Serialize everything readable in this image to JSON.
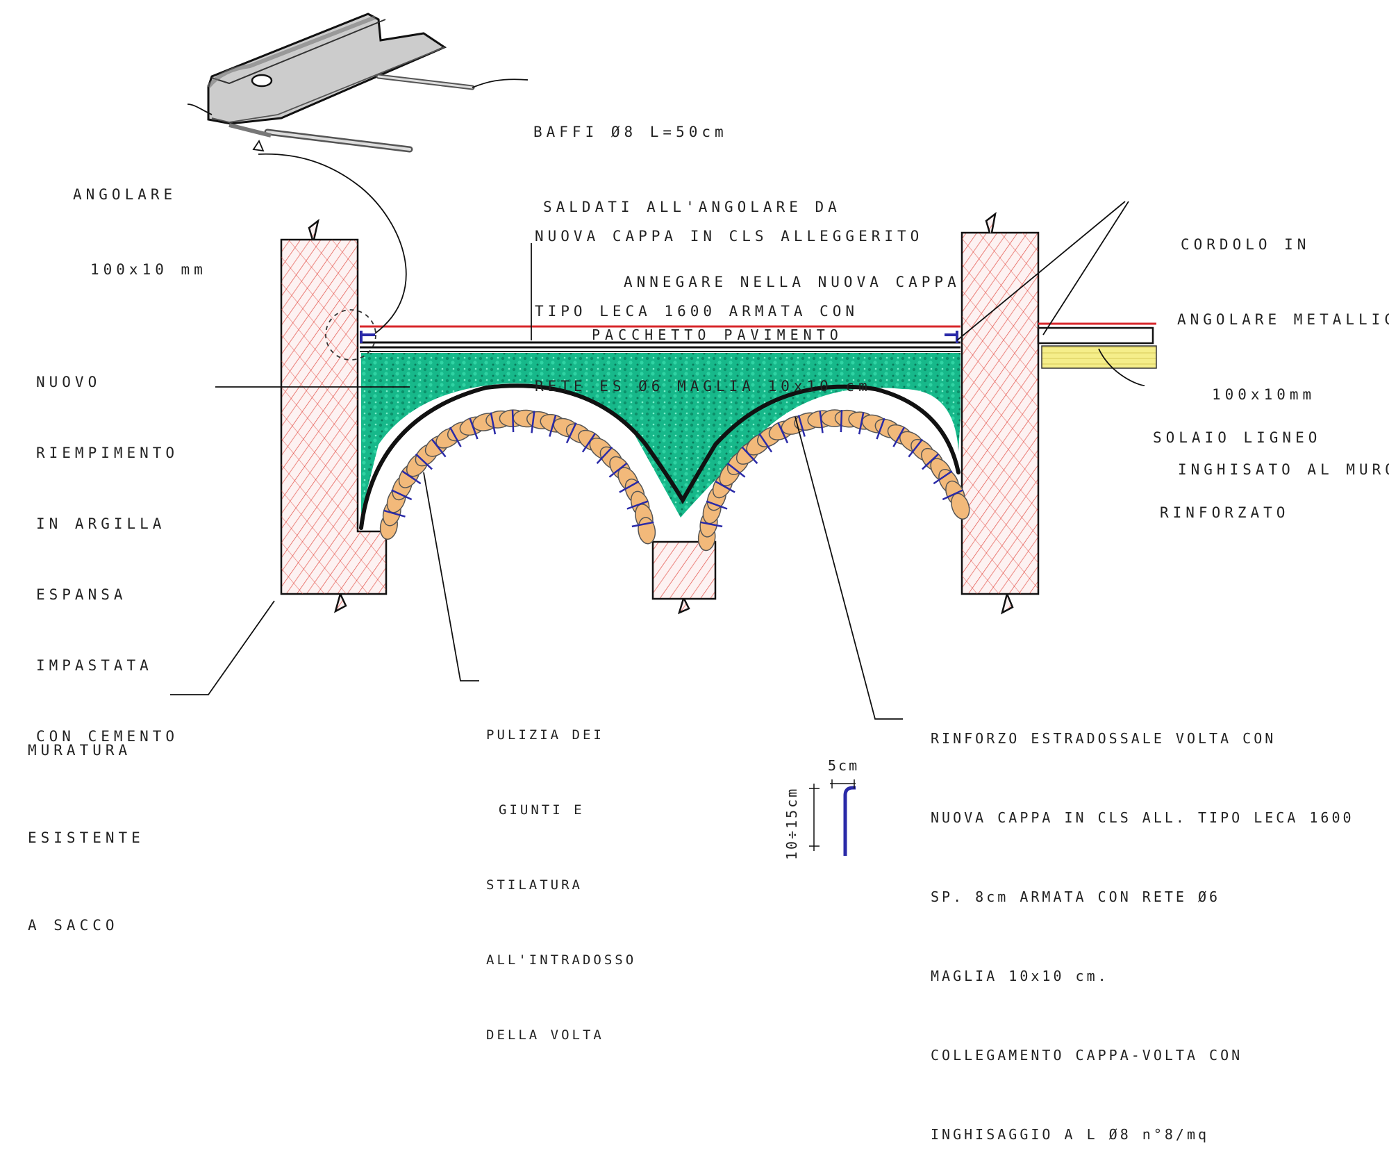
{
  "labels": {
    "baffi": [
      "BAFFI Ø8 L=50cm",
      "SALDATI ALL'ANGOLARE DA",
      "ANNEGARE NELLA NUOVA CAPPA"
    ],
    "angolare": [
      "ANGOLARE",
      "100x10 mm"
    ],
    "nuova_cappa": [
      "NUOVA CAPPA IN CLS ALLEGGERITO",
      "TIPO LECA 1600 ARMATA CON",
      "RETE ES Ø6 MAGLIA 10x10 cm"
    ],
    "cordolo": [
      "CORDOLO IN",
      "ANGOLARE METALLICO",
      "100x10mm",
      "INGHISATO AL MURO"
    ],
    "riempimento": [
      "NUOVO",
      "RIEMPIMENTO",
      "IN ARGILLA",
      "ESPANSA",
      "IMPASTATA",
      "CON CEMENTO"
    ],
    "pacchetto": "PACCHETTO PAVIMENTO",
    "solaio": [
      "SOLAIO LIGNEO",
      "RINFORZATO"
    ],
    "muratura": [
      "MURATURA",
      "ESISTENTE",
      "A SACCO"
    ],
    "pulizia": [
      "PULIZIA DEI",
      "GIUNTI E",
      "STILATURA",
      "ALL'INTRADOSSO",
      "DELLA VOLTA"
    ],
    "rinforzo": [
      "RINFORZO ESTRADOSSALE VOLTA CON",
      "NUOVA CAPPA IN CLS ALL. TIPO LECA 1600",
      "SP. 8cm ARMATA CON RETE Ø6",
      "MAGLIA 10x10 cm.",
      "COLLEGAMENTO CAPPA-VOLTA CON",
      "INGHISAGGIO A L Ø8 n°8/mq"
    ]
  },
  "dimensions": {
    "width": "5cm",
    "height": "10÷15cm"
  },
  "colors": {
    "masonry_hatch": "#e0392f",
    "fill": "#17b88a",
    "brick": "#f2b97a",
    "brick_outline": "#555555",
    "connector": "#2a2aa8",
    "red_line": "#d7262a",
    "timber": "#f5ee8a",
    "ink": "#111111"
  }
}
